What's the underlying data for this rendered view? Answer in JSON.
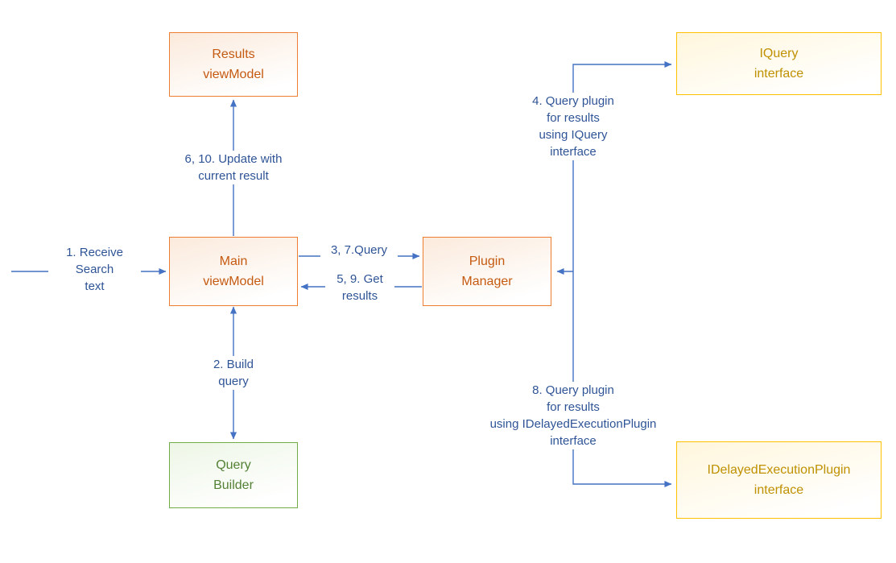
{
  "nodes": {
    "results_viewmodel": "Results\nviewModel",
    "iquery_interface": "IQuery\ninterface",
    "main_viewmodel": "Main\nviewModel",
    "plugin_manager": "Plugin\nManager",
    "query_builder": "Query\nBuilder",
    "idelayedexecutionplugin_interface": "IDelayedExecutionPlugin\ninterface"
  },
  "labels": {
    "receive_search_text": "1. Receive\nSearch\ntext",
    "update_with_current_result": "6, 10. Update with\ncurrent result",
    "query": "3, 7.Query",
    "get_results": "5, 9. Get\nresults",
    "build_query": "2. Build\nquery",
    "query_plugin_iquery": "4. Query plugin\nfor results\nusing IQuery\ninterface",
    "query_plugin_idelayed": "8. Query plugin\nfor results\nusing IDelayedExecutionPlugin\ninterface"
  },
  "colors": {
    "orange_border": "#ED7D31",
    "orange_text": "#C55A11",
    "gold_border": "#FFC000",
    "gold_text": "#BF9000",
    "green_border": "#70AD47",
    "green_text": "#538135",
    "blue_line": "#4472C4",
    "blue_text": "#2F5496"
  }
}
